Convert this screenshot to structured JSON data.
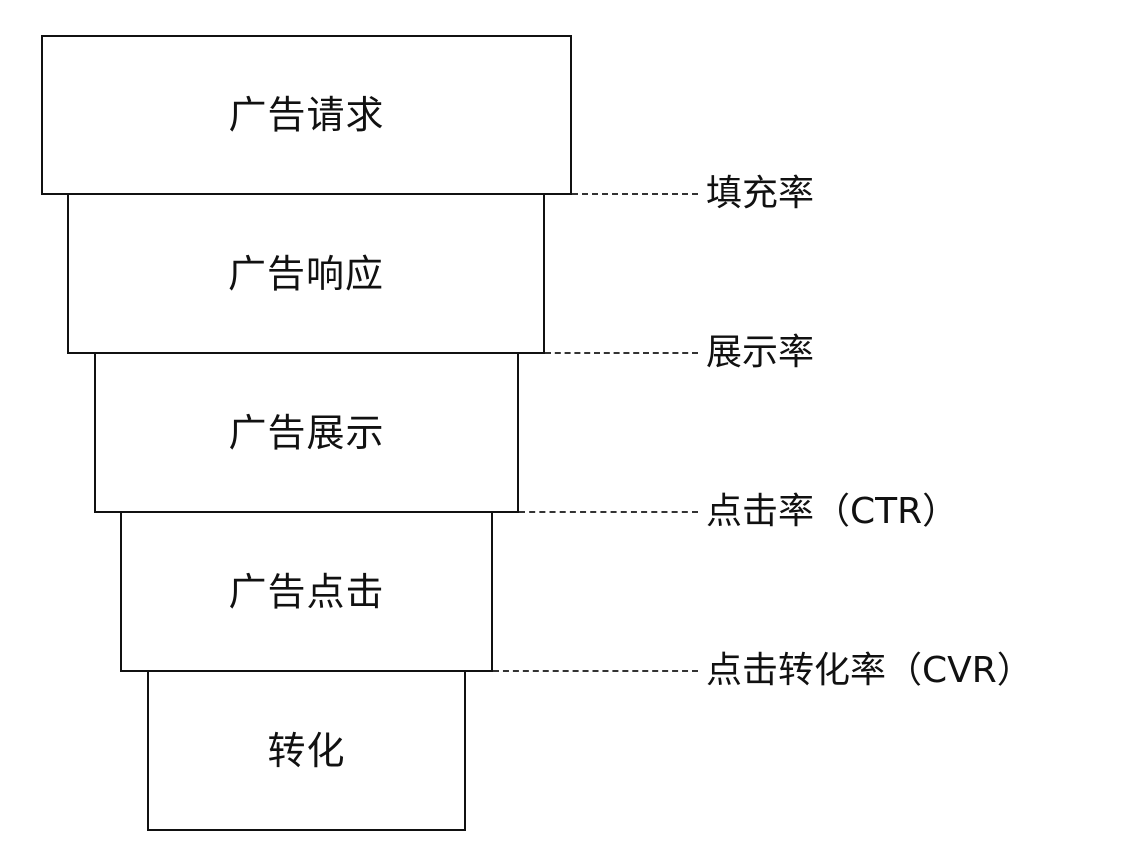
{
  "funnel": {
    "stages": [
      {
        "label": "广告请求"
      },
      {
        "label": "广告响应"
      },
      {
        "label": "广告展示"
      },
      {
        "label": "广告点击"
      },
      {
        "label": "转化"
      }
    ],
    "rates": [
      {
        "label": "填充率"
      },
      {
        "label": "展示率"
      },
      {
        "label": "点击率（CTR）"
      },
      {
        "label": "点击转化率（CVR）"
      }
    ]
  },
  "colors": {
    "line": "#111111",
    "dash": "#333333",
    "background": "#ffffff"
  }
}
